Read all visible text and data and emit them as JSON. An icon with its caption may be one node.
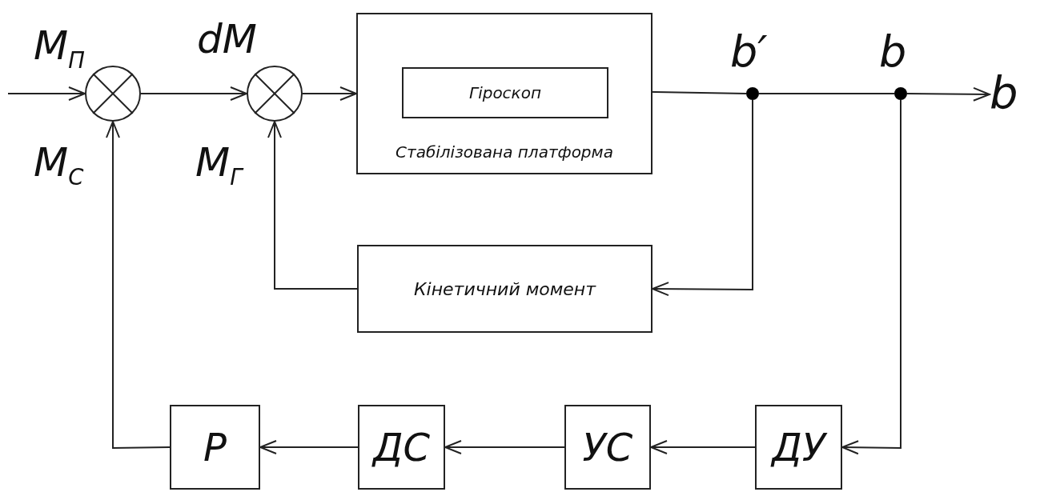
{
  "diagram": {
    "nodes": [
      {
        "text": [],
        "shape": "circle"
      },
      {
        "text": [],
        "shape": "circle"
      },
      {
        "text": [
          "Стабілізована платформа"
        ]
      },
      {
        "text": [
          "Гіроскоп"
        ],
        "in": 2
      },
      {
        "text": [],
        "shape": "circle",
        "beside": [
          "b′"
        ]
      },
      {
        "text": [],
        "shape": "circle",
        "beside": [
          "b"
        ]
      },
      {
        "text": [
          "Кінетичний момент"
        ]
      },
      {
        "text": [
          "ДУ"
        ]
      },
      {
        "text": [
          "УС"
        ]
      },
      {
        "text": [
          "ДС"
        ]
      },
      {
        "text": [
          "Р"
        ]
      },
      {
        "text": [
          "b"
        ]
      }
    ],
    "edges": [
      {
        "from": null,
        "to": 0,
        "arrow": "to"
      },
      {
        "from": 0,
        "to": 1,
        "arrow": "to"
      },
      {
        "from": 1,
        "to": 2,
        "arrow": "to"
      },
      {
        "from": 3,
        "to": 4,
        "arrow": "none"
      },
      {
        "from": 4,
        "to": 5,
        "arrow": "none"
      },
      {
        "from": 5,
        "to": 11,
        "arrow": "to"
      },
      {
        "from": 4,
        "to": 6,
        "arrow": "to"
      },
      {
        "from": 6,
        "to": 1,
        "arrow": "to"
      },
      {
        "from": 5,
        "to": 7,
        "arrow": "to"
      },
      {
        "from": 7,
        "to": 8,
        "arrow": "to"
      },
      {
        "from": 8,
        "to": 9,
        "arrow": "to"
      },
      {
        "from": 9,
        "to": 10,
        "arrow": "to"
      },
      {
        "from": 10,
        "to": 0,
        "arrow": "to"
      }
    ],
    "labels": [
      "M$_{П}$",
      "dM",
      "M$_{С}$",
      "M$_{Г}$"
    ]
  }
}
